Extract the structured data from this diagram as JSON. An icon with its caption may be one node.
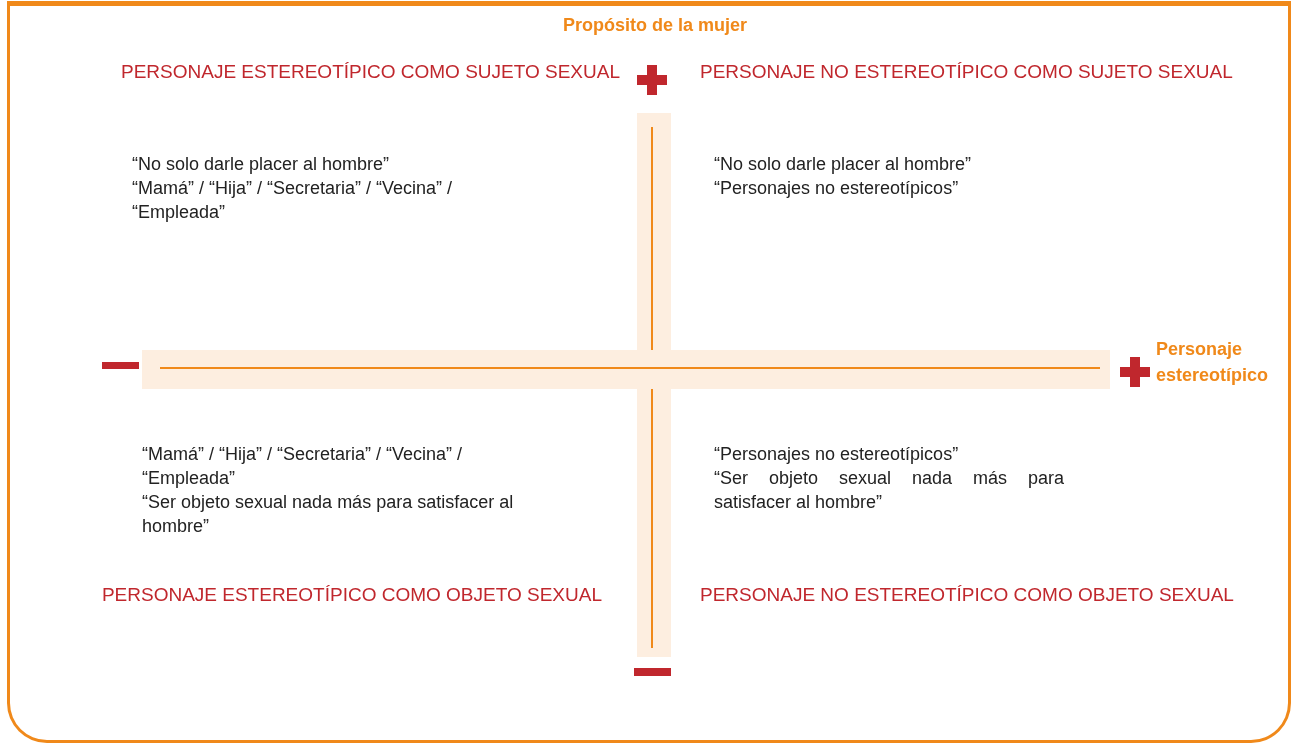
{
  "diagram": {
    "labels": [
      "Propósito de la mujer",
      "PERSONAJE ESTEREOTÍPICO COMO SUJETO SEXUAL",
      "PERSONAJE NO ESTEREOTÍPICO COMO SUJETO SEXUAL",
      "“No solo darle placer al hombre”",
      "“Mamá” / “Hija” / “Secretaria” / “Vecina” / “Empleada”",
      "“No solo darle placer al hombre”",
      "“Personajes no estereotípicos”",
      "Personaje estereotípico",
      "“Mamá” / “Hija” / “Secretaria” / “Vecina” / “Empleada”",
      "“Ser objeto sexual nada más para satisfacer al hombre”",
      "“Personajes no estereotípicos”",
      "“Ser objeto sexual nada más para satisfacer al hombre”",
      "PERSONAJE ESTEREOTÍPICO COMO OBJETO SEXUAL",
      "PERSONAJE NO ESTEREOTÍPICO COMO OBJETO SEXUAL"
    ]
  }
}
